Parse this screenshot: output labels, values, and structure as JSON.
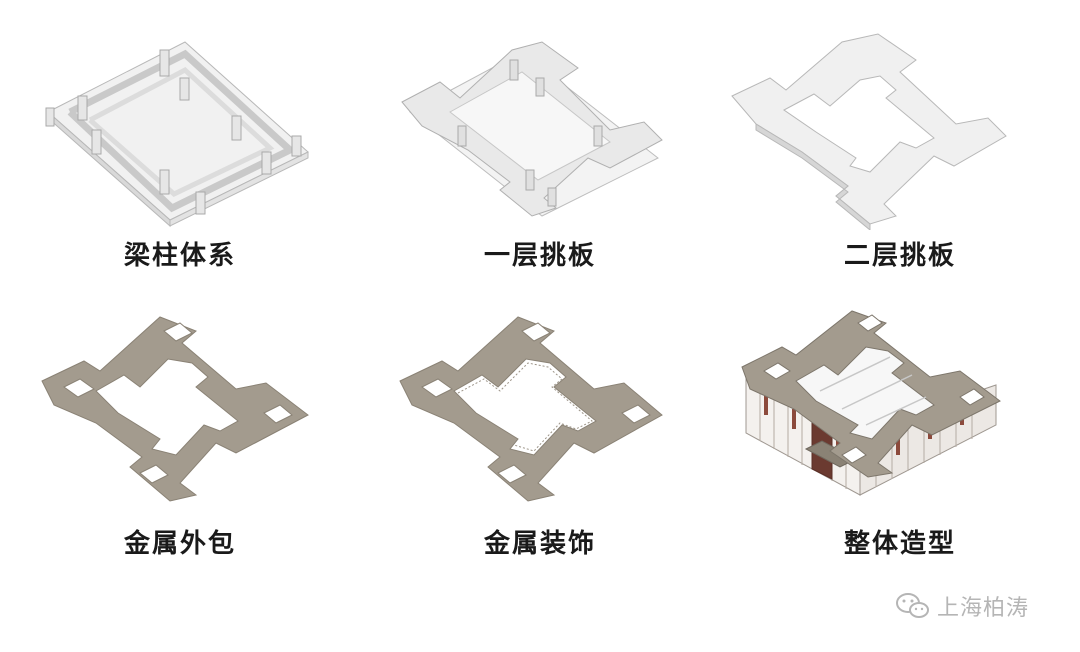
{
  "panels": [
    {
      "caption": "梁柱体系"
    },
    {
      "caption": "一层挑板"
    },
    {
      "caption": "二层挑板"
    },
    {
      "caption": "金属外包"
    },
    {
      "caption": "金属装饰"
    },
    {
      "caption": "整体造型"
    }
  ],
  "watermark": {
    "text": "上海柏涛",
    "icon": "wechat-logo-icon"
  },
  "colors": {
    "slab_light": "#f0f0f0",
    "slab_edge": "#bdbdbd",
    "metal": "#a39b8e",
    "metal_dark": "#8a8275",
    "caption": "#1a1a1a",
    "watermark": "#b5b5b5"
  }
}
